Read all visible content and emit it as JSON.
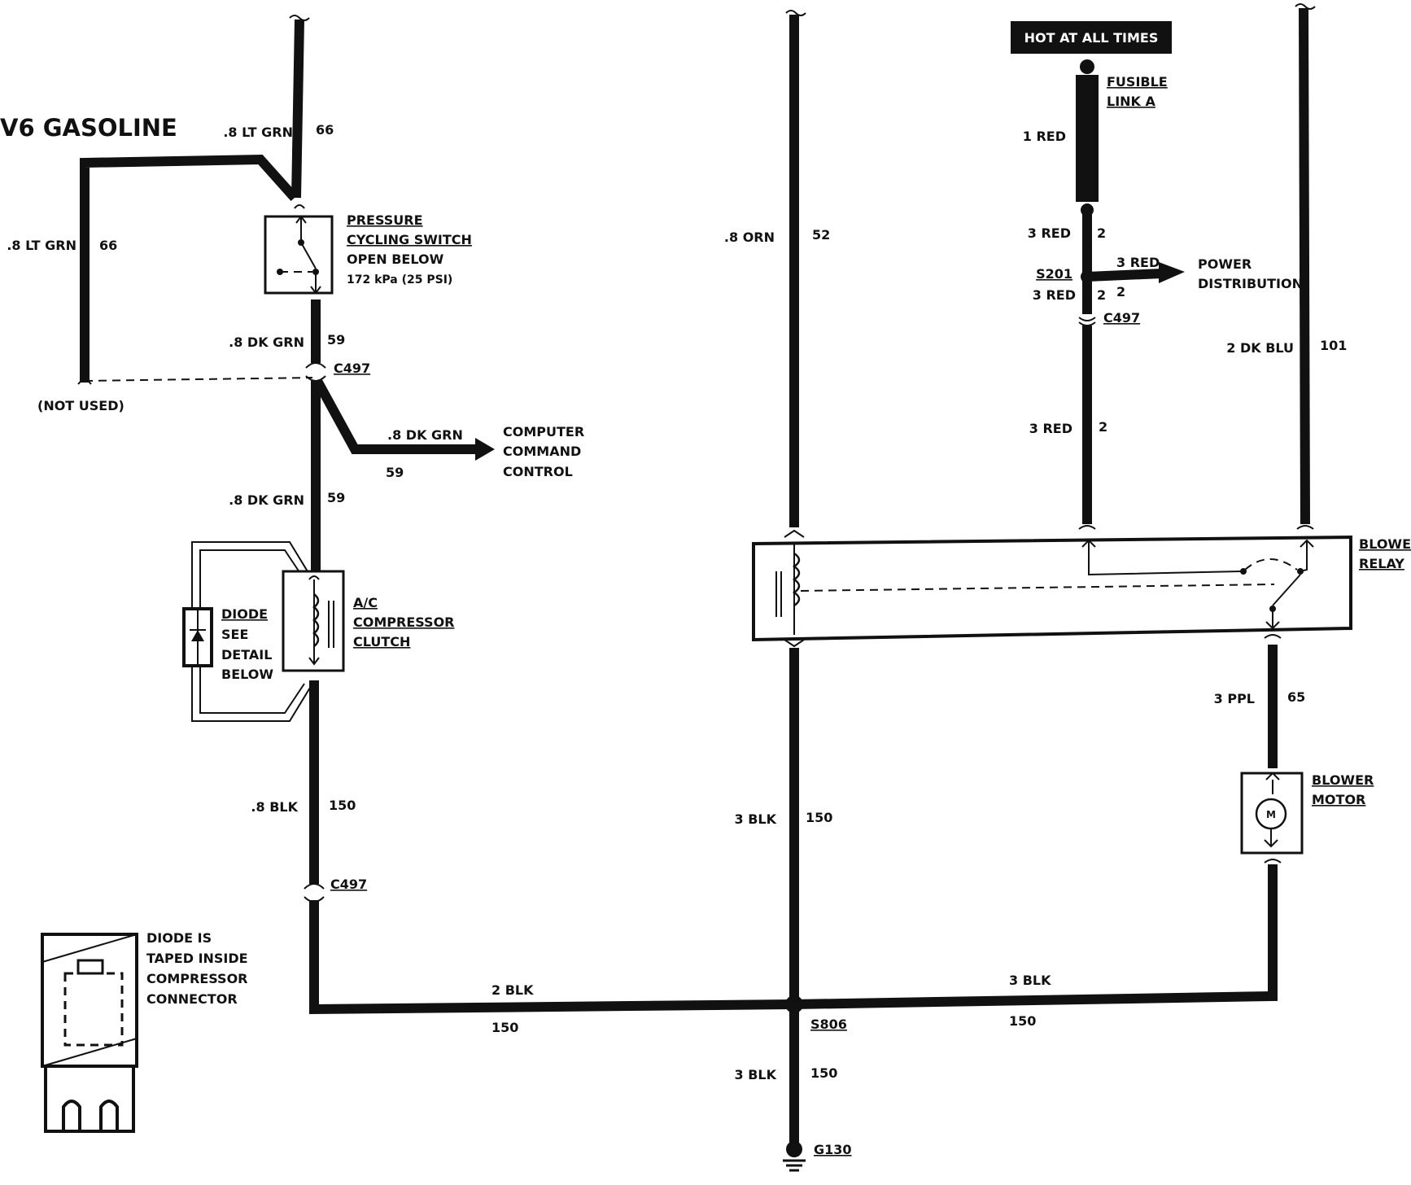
{
  "title": "V6 GASOLINE",
  "hot_banner": "HOT AT ALL TIMES",
  "wires": {
    "lt_grn_66_top": {
      "gauge_color": ".8 LT GRN",
      "circuit": "66"
    },
    "lt_grn_66_left": {
      "gauge_color": ".8 LT GRN",
      "circuit": "66"
    },
    "dk_grn_59_a": {
      "gauge_color": ".8 DK GRN",
      "circuit": "59"
    },
    "dk_grn_59_branch": {
      "gauge_color": ".8 DK GRN",
      "circuit": "59"
    },
    "dk_grn_59_b": {
      "gauge_color": ".8 DK GRN",
      "circuit": "59"
    },
    "blk_150_clutch": {
      "gauge_color": ".8 BLK",
      "circuit": "150"
    },
    "blk_150_bottom_left": {
      "gauge_color": "2 BLK",
      "circuit": "150"
    },
    "orn_52": {
      "gauge_color": ".8 ORN",
      "circuit": "52"
    },
    "blk_150_center": {
      "gauge_color": "3 BLK",
      "circuit": "150"
    },
    "blk_150_ground": {
      "gauge_color": "3 BLK",
      "circuit": "150"
    },
    "blk_150_bottom_right": {
      "gauge_color": "3 BLK",
      "circuit": "150"
    },
    "red_fusible": {
      "gauge_color": "1 RED"
    },
    "red_2_top": {
      "gauge_color": "3 RED",
      "circuit": "2"
    },
    "red_2_branch": {
      "gauge_color": "3 RED",
      "circuit": "2"
    },
    "red_2_s201": {
      "gauge_color": "3 RED",
      "circuit": "2"
    },
    "red_2_lower": {
      "gauge_color": "3 RED",
      "circuit": "2"
    },
    "dk_blu_101": {
      "gauge_color": "2 DK BLU",
      "circuit": "101"
    },
    "ppl_65": {
      "gauge_color": "3 PPL",
      "circuit": "65"
    }
  },
  "connectors": {
    "c497_upper": "C497",
    "c497_lower": "C497",
    "c497_right": "C497",
    "s201": "S201",
    "s806": "S806",
    "g130": "G130"
  },
  "components": {
    "pressure_switch": [
      "PRESSURE",
      "CYCLING SWITCH",
      "OPEN BELOW",
      "172 kPa (25 PSI)"
    ],
    "compressor_clutch": [
      "A/C",
      "COMPRESSOR",
      "CLUTCH"
    ],
    "diode": [
      "DIODE",
      "SEE",
      "DETAIL",
      "BELOW"
    ],
    "blower_relay": [
      "BLOWER",
      "RELAY"
    ],
    "blower_motor": [
      "BLOWER",
      "MOTOR"
    ],
    "motor_symbol": "M",
    "fusible_link": [
      "FUSIBLE",
      "LINK A"
    ],
    "power_distribution": [
      "POWER",
      "DISTRIBUTION"
    ],
    "computer_command_control": [
      "COMPUTER",
      "COMMAND",
      "CONTROL"
    ],
    "not_used": "(NOT USED)",
    "diode_detail": [
      "DIODE IS",
      "TAPED INSIDE",
      "COMPRESSOR",
      "CONNECTOR"
    ]
  }
}
